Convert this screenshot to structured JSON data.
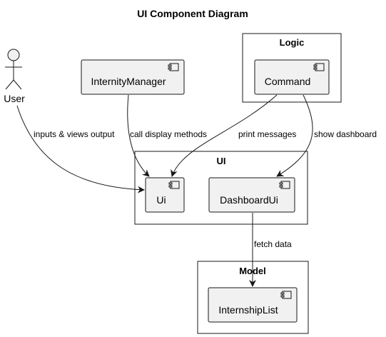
{
  "diagram": {
    "title": "UI Component Diagram",
    "actor": {
      "label": "User"
    },
    "packages": {
      "logic": {
        "label": "Logic"
      },
      "ui": {
        "label": "UI"
      },
      "model": {
        "label": "Model"
      }
    },
    "components": {
      "internity_manager": {
        "label": "InternityManager"
      },
      "command": {
        "label": "Command"
      },
      "ui": {
        "label": "Ui"
      },
      "dashboard_ui": {
        "label": "DashboardUi"
      },
      "internship_list": {
        "label": "InternshipList"
      }
    },
    "edges": {
      "user_to_ui": {
        "label": "inputs & views output"
      },
      "manager_to_ui": {
        "label": "call display methods"
      },
      "command_to_ui": {
        "label": "print messages"
      },
      "command_to_dashboard": {
        "label": "show dashboard"
      },
      "dashboard_to_list": {
        "label": "fetch data"
      }
    },
    "colors": {
      "component_fill": "#F1F1F1",
      "stroke": "#181818",
      "background": "#FFFFFF"
    }
  }
}
